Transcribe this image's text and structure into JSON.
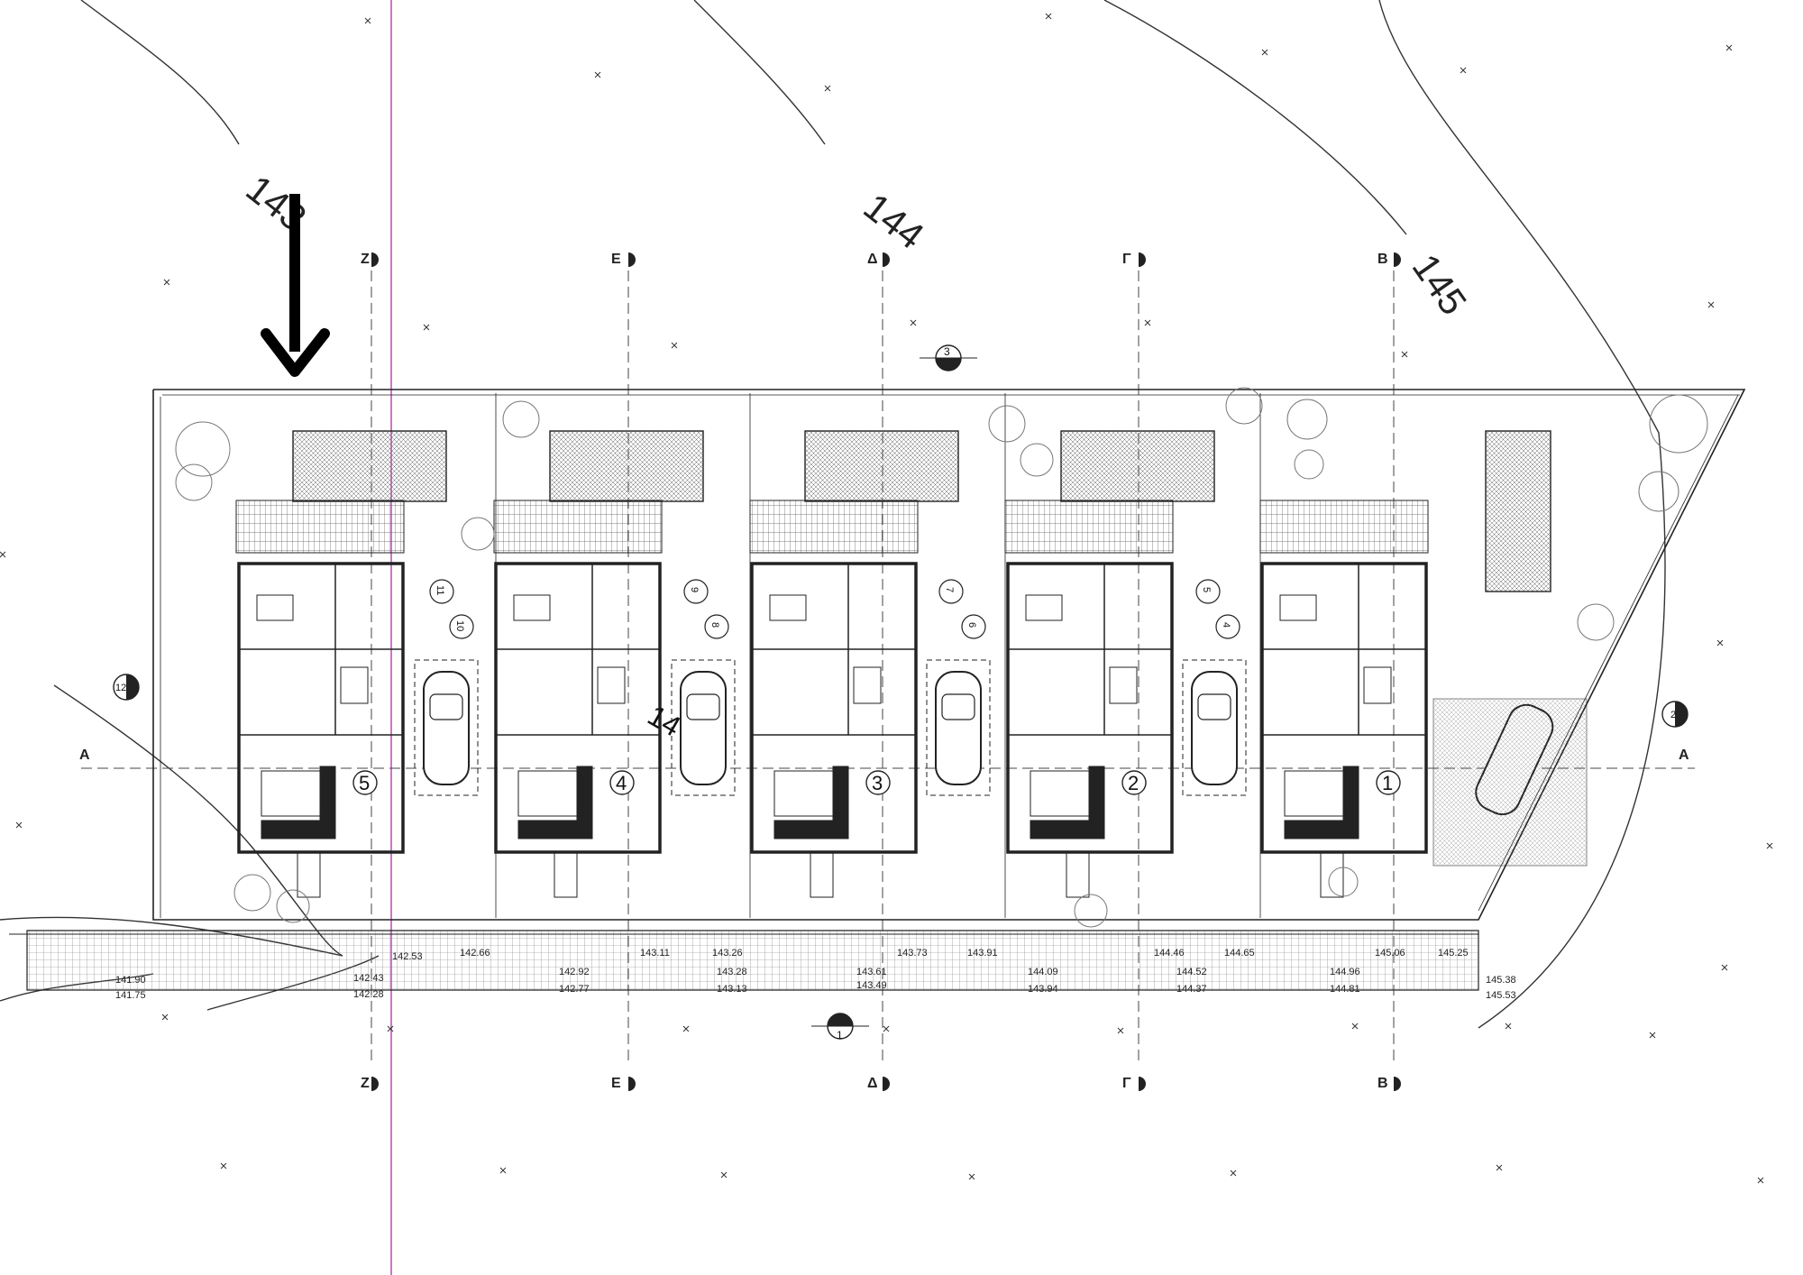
{
  "contours": [
    {
      "label": "143"
    },
    {
      "label": "144"
    },
    {
      "label": "145"
    }
  ],
  "section_letters": {
    "top": [
      "Z",
      "E",
      "Δ",
      "Γ",
      "B"
    ],
    "bottom": [
      "Z",
      "E",
      "Δ",
      "Γ",
      "B"
    ]
  },
  "section_marks": {
    "a_left": "A",
    "a_right": "A",
    "elevation_top": "3",
    "elevation_bottom": "1",
    "elevation_left": "12",
    "elevation_right": "2"
  },
  "units": [
    {
      "number": "5"
    },
    {
      "number": "4"
    },
    {
      "number": "3"
    },
    {
      "number": "2"
    },
    {
      "number": "1"
    }
  ],
  "section_circles": [
    "11",
    "10",
    "9",
    "8",
    "7",
    "6",
    "5",
    "4"
  ],
  "overlay_label": "14",
  "street_elevations": {
    "row1": [
      "142.66",
      "143.11",
      "143.26",
      "143.73",
      "143.91",
      "144.46",
      "144.65",
      "145.06",
      "145.25"
    ],
    "row2": [
      "142.92",
      "143.28",
      "143.61",
      "144.09",
      "144.52",
      "144.96",
      "145.38"
    ],
    "row3": [
      "142.77",
      "143.13",
      "143.49",
      "143.94",
      "144.37",
      "144.81",
      "145.53"
    ],
    "left": [
      "141.90",
      "141.75",
      "142.43",
      "142.28",
      "142.53"
    ]
  },
  "annotation_arrow": {
    "direction": "down",
    "color": "#000000"
  },
  "colors": {
    "line": "#222222",
    "magenta_line": "#c878c8",
    "hatch": "#555555"
  }
}
